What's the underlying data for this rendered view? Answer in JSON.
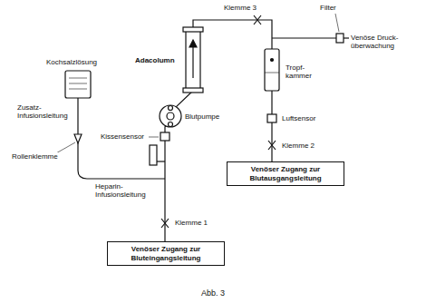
{
  "diagram": {
    "caption": "Abb. 3",
    "nodes": [
      {
        "text": [
          "Venöser Zugang zur Bluteingangsleitung"
        ]
      },
      {
        "text": [
          "Venöser Zugang zur Blutausgangsleitung"
        ]
      }
    ],
    "edges": [
      {
        "from": 0,
        "to": 1,
        "arrow": "none"
      }
    ],
    "labels": [
      "Klemme 3",
      "Filter",
      "Kochsalzlösung",
      "Adacolumn",
      "Venöse Druck-überwachung",
      "Tropf-kammer",
      "Luftsensor",
      "Zusatz-Infusionsleitung",
      "Kissensensor",
      "Blutpumpe",
      "Rollenklemme",
      "Heparin-Infusionsleitung",
      "Klemme 2",
      "Klemme 1"
    ]
  }
}
